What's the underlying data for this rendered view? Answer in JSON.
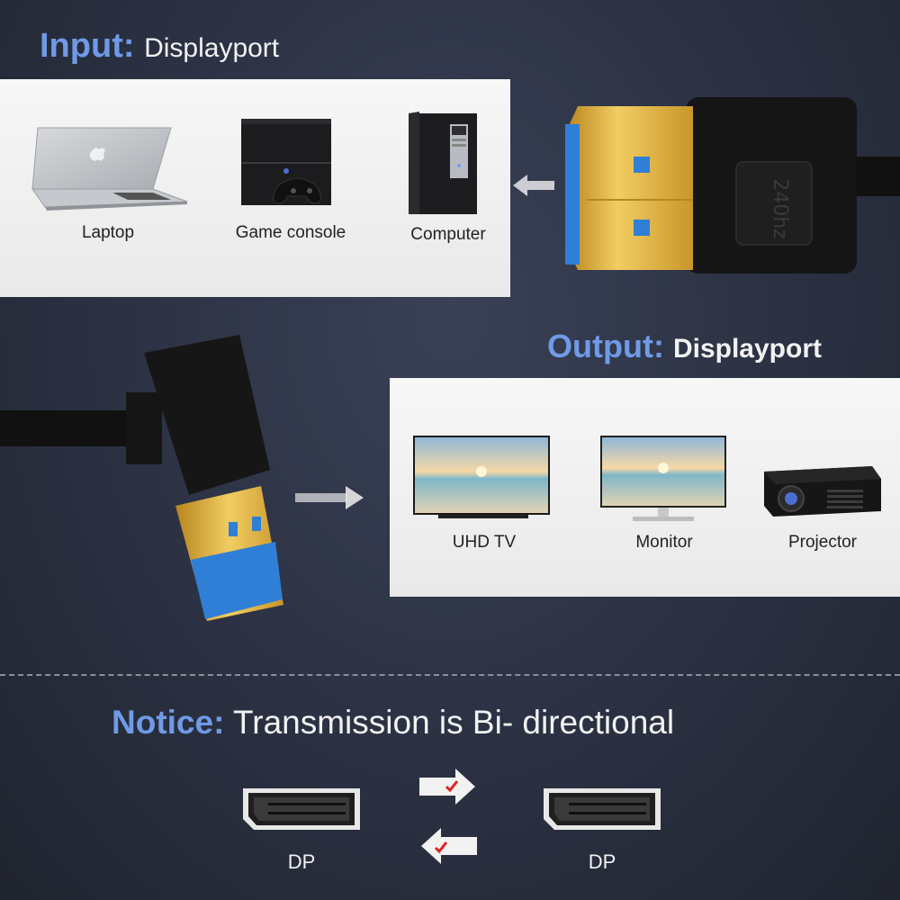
{
  "input_section": {
    "title_accent": "Input:",
    "title_rest": "Displayport",
    "devices": [
      {
        "label": "Laptop",
        "icon": "laptop-icon"
      },
      {
        "label": "Game console",
        "icon": "game-console-icon"
      },
      {
        "label": "Computer",
        "icon": "computer-tower-icon"
      }
    ]
  },
  "output_section": {
    "title_accent": "Output:",
    "title_rest": "Displayport",
    "devices": [
      {
        "label": "UHD TV",
        "icon": "tv-icon"
      },
      {
        "label": "Monitor",
        "icon": "monitor-icon"
      },
      {
        "label": "Projector",
        "icon": "projector-icon"
      }
    ]
  },
  "connector_marking": "240hz",
  "notice": {
    "title_accent": "Notice:",
    "title_rest": "Transmission is Bi- directional",
    "ports": [
      {
        "label": "DP",
        "icon": "displayport-port-icon"
      },
      {
        "label": "DP",
        "icon": "displayport-port-icon"
      }
    ]
  },
  "colors": {
    "accent": "#6f9ae6",
    "background": "#2b3142",
    "gold": "#d9ad3c",
    "port_blue": "#2f7fd6",
    "check_red": "#e02020"
  }
}
